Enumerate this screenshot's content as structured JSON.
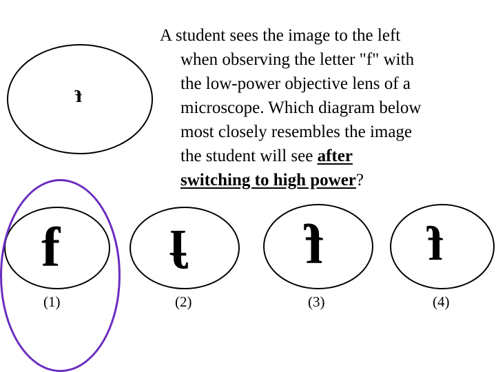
{
  "question": {
    "lines": [
      "A student sees the image to the left",
      "when observing the letter \"f\" with",
      "the low-power objective lens of a",
      "microscope. Which diagram below",
      "most closely resembles the image",
      "the student will see "
    ],
    "emphasis_1": "after",
    "emphasis_2": "switching to high power",
    "end_mark": "?"
  },
  "low_power_view": {
    "letter": "f"
  },
  "choices": [
    {
      "label": "(1)",
      "letter": "f"
    },
    {
      "label": "(2)",
      "letter": "f"
    },
    {
      "label": "(3)",
      "letter": "f"
    },
    {
      "label": "(4)",
      "letter": "f"
    }
  ],
  "colors": {
    "highlight": "#6a2cc0",
    "ink": "#000000"
  }
}
